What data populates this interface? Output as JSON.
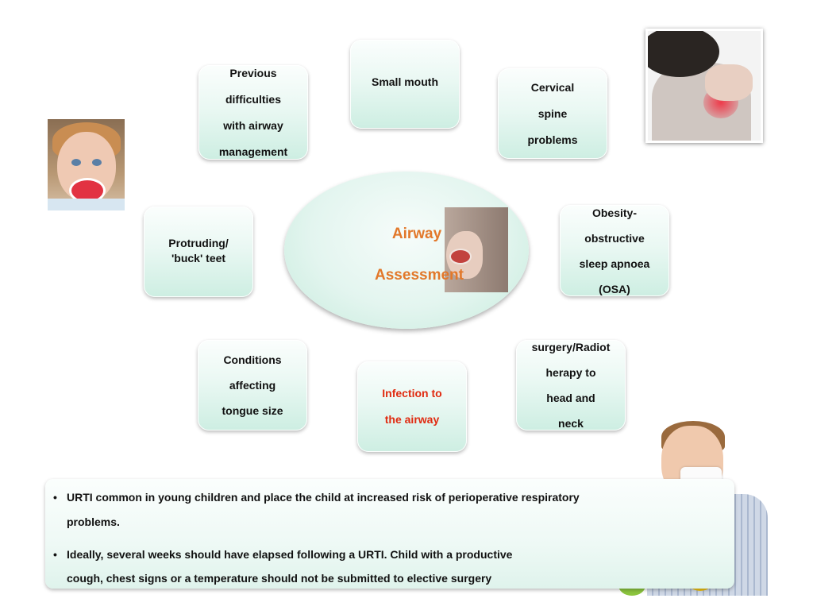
{
  "center": {
    "line1": "Airway",
    "line2": "Assessment"
  },
  "boxes": {
    "previous": [
      "Previous",
      "difficulties",
      "with airway",
      "management"
    ],
    "small_mouth": [
      "Small mouth"
    ],
    "cervical": [
      "Cervical",
      "spine",
      "problems"
    ],
    "protruding": [
      "Protruding/",
      "'buck' teet"
    ],
    "obesity": [
      "Obesity-",
      "obstructive",
      "sleep apnoea",
      "(OSA)"
    ],
    "conditions": [
      "Conditions",
      "affecting",
      "tongue size"
    ],
    "infection": [
      "Infection to",
      "the airway"
    ],
    "surgery": [
      "surgery/Radiot",
      "herapy to",
      "head and",
      "neck"
    ]
  },
  "bullets": [
    {
      "marker": "•",
      "lines": [
        "URTI common in young children and place the child at increased risk of perioperative respiratory",
        "problems."
      ]
    },
    {
      "marker": "•",
      "lines": [
        " Ideally, several weeks should have elapsed following a URTI. Child with a productive",
        "cough, chest signs or a temperature should not be submitted to elective surgery"
      ]
    }
  ],
  "colors": {
    "center_title": "#e2782a",
    "highlight_text": "#e02a10",
    "box_fill": "#eaf8f3"
  }
}
